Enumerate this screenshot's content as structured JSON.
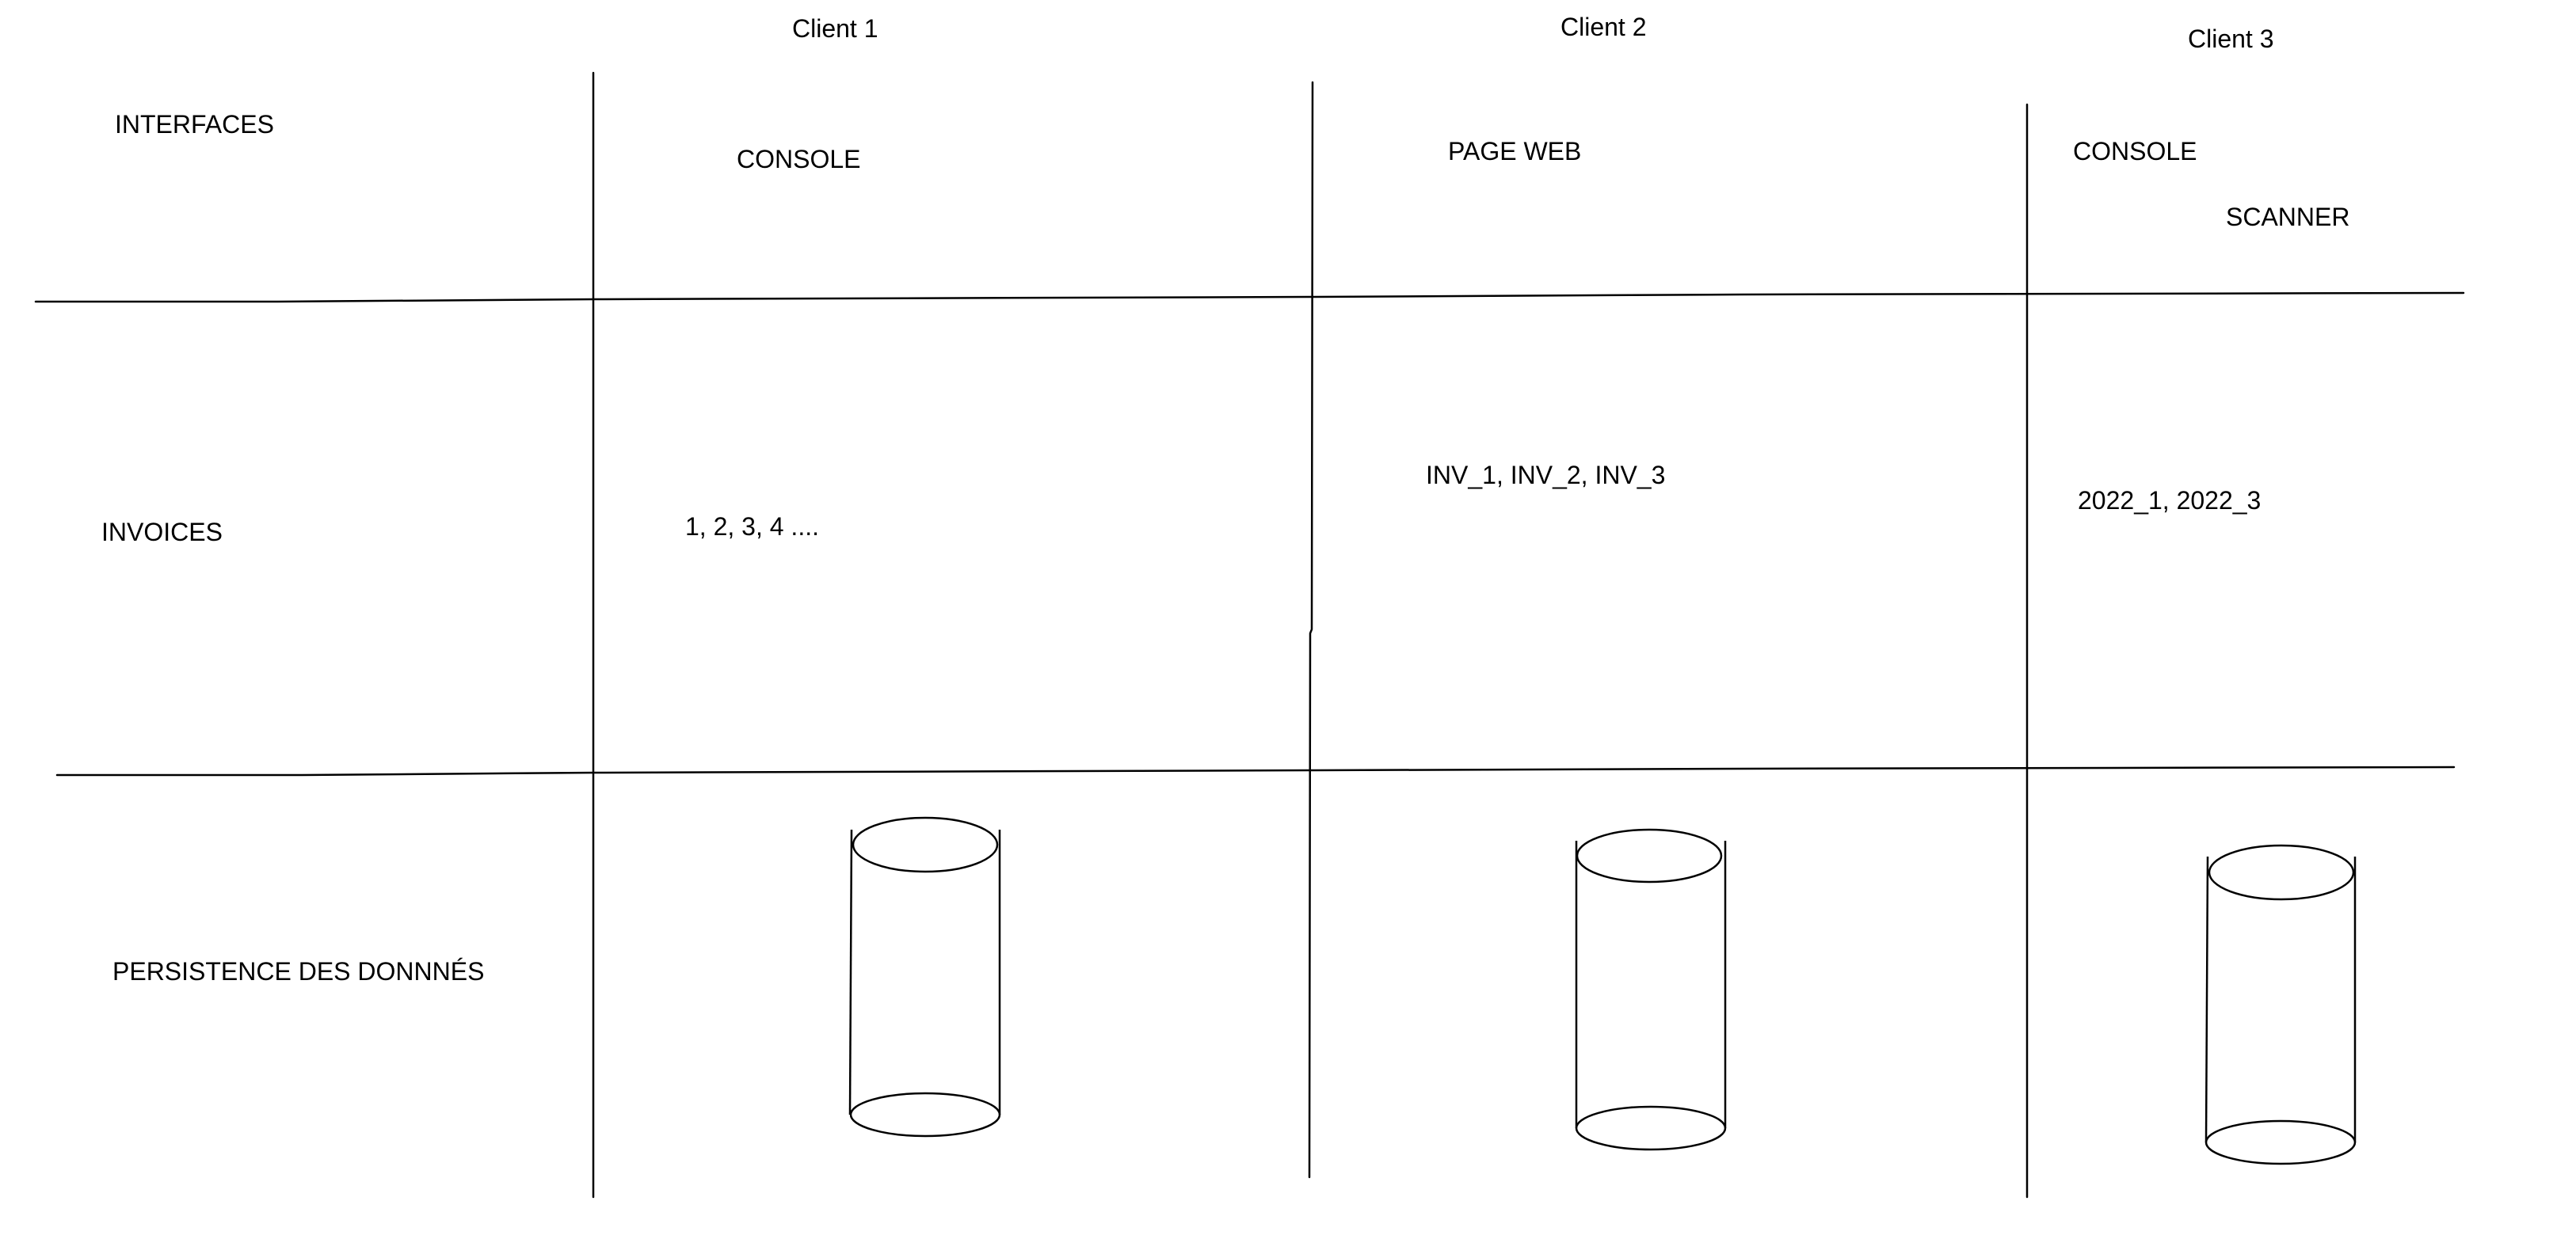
{
  "clients": [
    {
      "header": "Client 1",
      "interfaces": [
        "CONSOLE"
      ],
      "invoices": "1, 2, 3, 4 ...."
    },
    {
      "header": "Client 2",
      "interfaces": [
        "PAGE WEB"
      ],
      "invoices": "INV_1, INV_2, INV_3"
    },
    {
      "header": "Client 3",
      "interfaces": [
        "CONSOLE",
        "SCANNER"
      ],
      "invoices": "2022_1, 2022_3"
    }
  ],
  "rows": {
    "interfaces": "INTERFACES",
    "invoices": "INVOICES",
    "persistence": "PERSISTENCE DES DONNNÉS"
  }
}
